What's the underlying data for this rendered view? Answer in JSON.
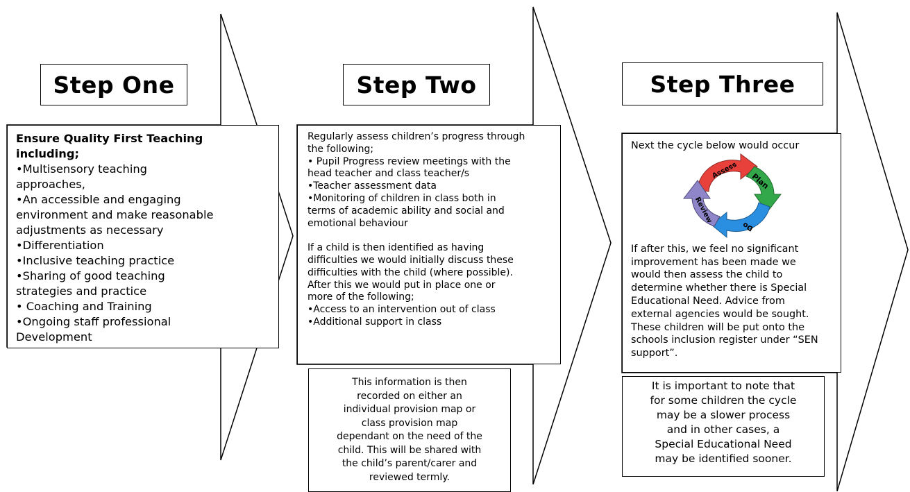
{
  "steps": [
    {
      "title": "Step One",
      "body_heading": [
        "Ensure Quality First Teaching",
        "including;"
      ],
      "body_lines": [
        "•Multisensory teaching",
        "approaches,",
        "•An accessible and engaging",
        "environment and make reasonable",
        "adjustments as necessary",
        "•Differentiation",
        "•Inclusive teaching practice",
        "•Sharing of good teaching",
        "strategies and practice",
        "• Coaching and Training",
        "•Ongoing staff professional",
        "Development"
      ]
    },
    {
      "title": "Step Two",
      "body_lines_a": [
        "Regularly assess children’s progress through",
        "the following;",
        "• Pupil Progress review meetings with the",
        "head teacher and class teacher/s",
        "•Teacher assessment data",
        "•Monitoring of children in class both in",
        "terms of academic ability and social and",
        "emotional behaviour"
      ],
      "body_lines_b": [
        "If a child is then identified as having",
        "difficulties we would initially discuss these",
        "difficulties with the child (where  possible).",
        "After this we would put in place one or",
        "more of the following;",
        "•Access to an intervention out of class",
        "•Additional support in class"
      ],
      "note_lines": [
        "This information is then",
        "recorded on either an",
        "individual provision map or",
        "class provision map",
        "dependant on the need of the",
        "child. This will be shared with",
        "the child’s parent/carer and",
        "reviewed termly."
      ]
    },
    {
      "title": "Step Three",
      "intro": "Next the cycle below would occur",
      "cycle_labels": [
        "Assess",
        "Plan",
        "Do",
        "Review"
      ],
      "body_lines": [
        "If after this, we feel no significant",
        "improvement has been made we",
        "would then assess the child to",
        "determine whether there is Special",
        "Educational Need. Advice from",
        "external agencies would be sought.",
        "These children will be put onto the",
        "schools inclusion register under “SEN",
        "support”."
      ],
      "note_lines": [
        "It is important to note that",
        "for some children the cycle",
        "may be a slower process",
        "and in other cases, a",
        "Special Educational Need",
        "may be identified sooner."
      ]
    }
  ],
  "colors": {
    "outline": "#000000",
    "assess": "#e8413b",
    "plan": "#33a84a",
    "do": "#2a8fe0",
    "review": "#8e86c8"
  }
}
